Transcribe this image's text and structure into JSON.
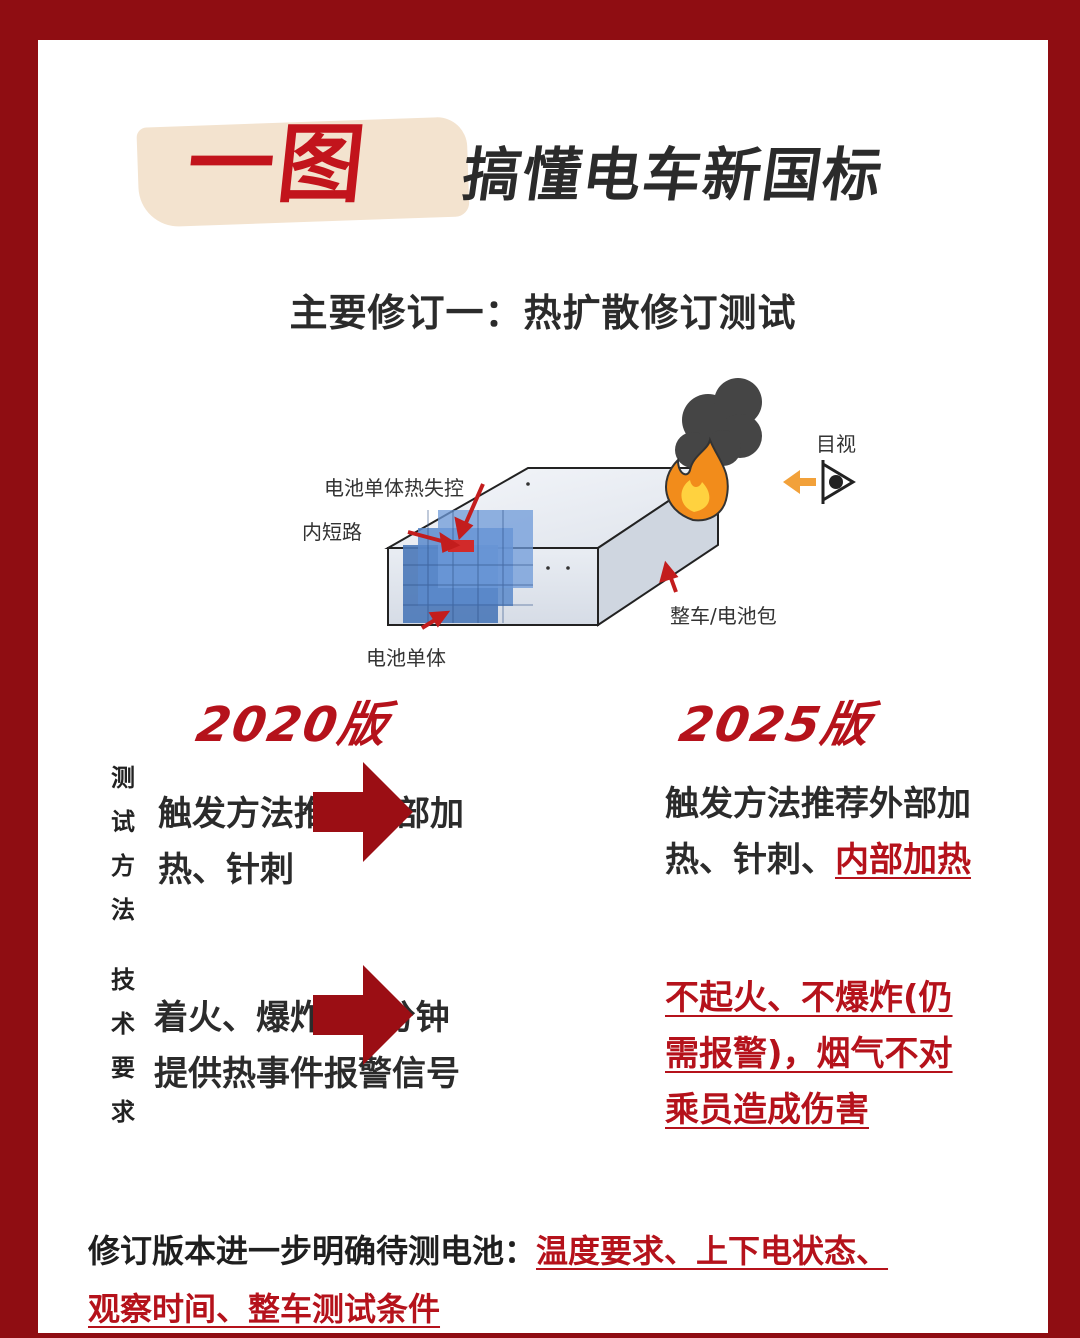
{
  "header": {
    "title_highlight": "一图",
    "title_rest": "搞懂电车新国标"
  },
  "section": {
    "title": "主要修订一：热扩散修订测试"
  },
  "diagram": {
    "label_visual": "目视",
    "label_cell_runaway": "电池单体热失控",
    "label_short": "内短路",
    "label_pack": "整车/电池包",
    "label_cell": "电池单体"
  },
  "versions": {
    "old": "2020版",
    "new": "2025版"
  },
  "rows": [
    {
      "side_label": [
        "测",
        "试",
        "方",
        "法"
      ],
      "old_text": [
        "触发方法推荐外部加",
        "热、针刺"
      ],
      "new_text_plain": [
        "触发方法推荐外部加",
        "热、针刺、"
      ],
      "new_text_highlight": "内部加热"
    },
    {
      "side_label": [
        "技",
        "术",
        "要",
        "求"
      ],
      "old_text": [
        "着火、爆炸前5分钟",
        "提供热事件报警信号"
      ],
      "new_text_highlight": [
        "不起火、不爆炸(仍",
        "需报警)，烟气不对",
        "乘员造成伤害"
      ]
    }
  ],
  "footer": {
    "lead": "修订版本进一步明确待测电池：",
    "highlight_1": "温度要求、上下电状态、",
    "highlight_2": "观察时间、整车测试条件"
  },
  "colors": {
    "frame": "#8f0d12",
    "accent_red": "#b5121b",
    "title_brush": "#f3e3cf",
    "text": "#2b2b2b"
  }
}
